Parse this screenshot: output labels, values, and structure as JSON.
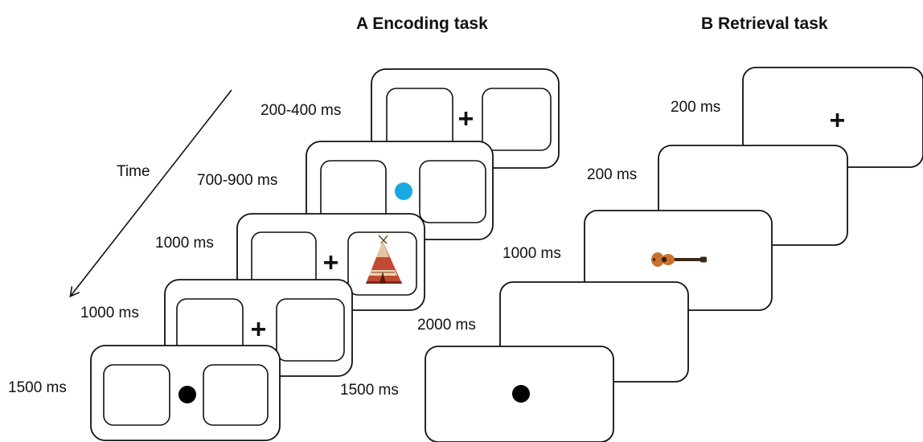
{
  "panels": {
    "encoding": {
      "title": "A Encoding task",
      "frames": [
        {
          "duration": "200-400 ms",
          "center": "+",
          "right_image": "none"
        },
        {
          "duration": "700-900 ms",
          "center": "blue-dot",
          "right_image": "none"
        },
        {
          "duration": "1000 ms",
          "center": "+",
          "right_image": "teepee"
        },
        {
          "duration": "1000 ms",
          "center": "+",
          "right_image": "none"
        },
        {
          "duration": "1500 ms",
          "center": "black-dot",
          "right_image": "none"
        }
      ]
    },
    "retrieval": {
      "title": "B Retrieval task",
      "frames": [
        {
          "duration": "200 ms",
          "content": "+"
        },
        {
          "duration": "200 ms",
          "content": "blank"
        },
        {
          "duration": "1000 ms",
          "content": "guitar"
        },
        {
          "duration": "2000 ms",
          "content": "blank"
        },
        {
          "duration": "1500 ms",
          "content": "black-dot"
        }
      ]
    }
  },
  "time_axis": {
    "label": "Time"
  },
  "colors": {
    "line": "#111111",
    "blue_dot": "#1aa8e0",
    "black_dot": "#000000",
    "teepee_body": "#c24a30",
    "guitar_body": "#c9722f"
  }
}
